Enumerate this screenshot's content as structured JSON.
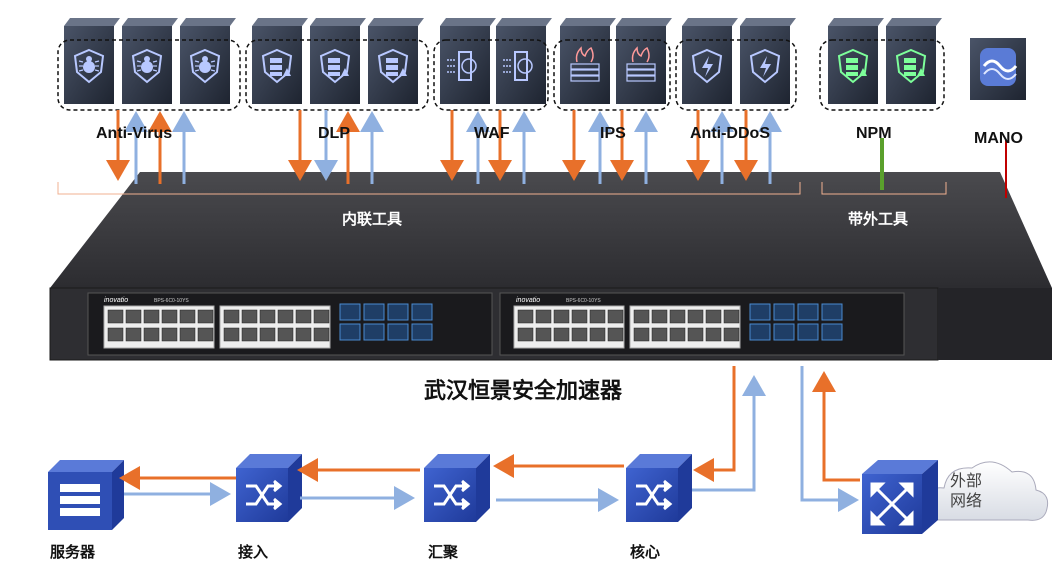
{
  "security_tools": {
    "groups": [
      {
        "label": "Anti-Virus",
        "icon": "virus-shield-icon",
        "count": 3
      },
      {
        "label": "DLP",
        "icon": "data-shield-icon",
        "count": 3
      },
      {
        "label": "WAF",
        "icon": "web-firewall-icon",
        "count": 2
      },
      {
        "label": "IPS",
        "icon": "fire-wall-icon",
        "count": 2
      },
      {
        "label": "Anti-DDoS",
        "icon": "lightning-shield-icon",
        "count": 2
      },
      {
        "label": "NPM",
        "icon": "monitor-shield-icon",
        "count": 2
      }
    ],
    "mano_label": "MANO",
    "inline_label": "内联工具",
    "outofband_label": "带外工具"
  },
  "device": {
    "brand": "inovatio",
    "model": "BPS-6C0-10YS",
    "title": "武汉恒景安全加速器"
  },
  "network": {
    "server_label": "服务器",
    "access_label": "接入",
    "aggregation_label": "汇聚",
    "core_label": "核心",
    "external_label_line1": "外部",
    "external_label_line2": "网络"
  },
  "colors": {
    "orange_arrow": "#e8702a",
    "blue_arrow": "#8fb0e0",
    "npm_line": "#5aa02c",
    "mano_line": "#c00000",
    "node_blue": "#2f4fb5",
    "chassis": "#3a3a3e"
  }
}
